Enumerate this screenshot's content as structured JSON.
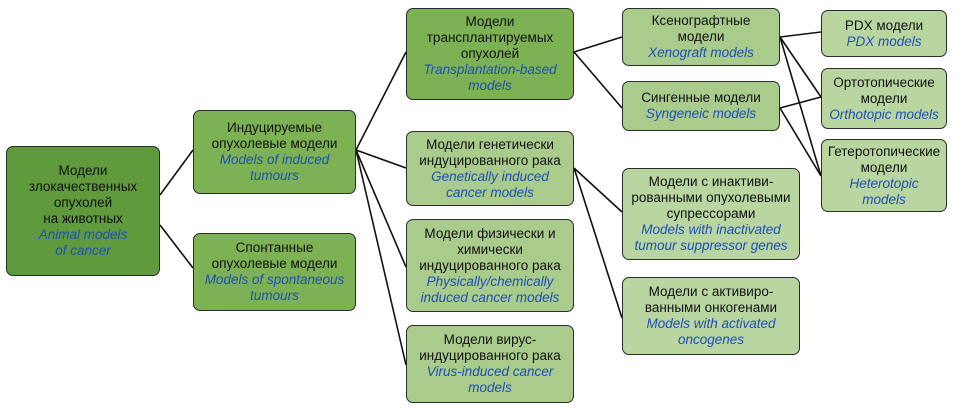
{
  "diagram": {
    "root": {
      "ru": [
        "Модели",
        "злокачественных",
        "опухолей",
        "на животных"
      ],
      "en": [
        "Animal models",
        "of cancer"
      ]
    },
    "induced": {
      "ru": [
        "Индуцируемые",
        "опухолевые модели"
      ],
      "en": [
        "Models of induced",
        "tumours"
      ]
    },
    "spontaneous": {
      "ru": [
        "Спонтанные",
        "опухолевые модели"
      ],
      "en": [
        "Models of spontaneous",
        "tumours"
      ]
    },
    "transplantation": {
      "ru": [
        "Модели",
        "трансплантируемых",
        "опухолей"
      ],
      "en": [
        "Transplantation-based",
        "models"
      ]
    },
    "genetic": {
      "ru": [
        "Модели генетически",
        "индуцированного рака"
      ],
      "en": [
        "Genetically induced",
        "cancer models"
      ]
    },
    "physchem": {
      "ru": [
        "Модели физически и",
        "химически",
        "индуцированного рака"
      ],
      "en": [
        "Physically/chemically",
        "induced cancer models"
      ]
    },
    "viral": {
      "ru": [
        "Модели вирус-",
        "индуцированного рака"
      ],
      "en": [
        "Virus-induced cancer",
        "models"
      ]
    },
    "xenograft": {
      "ru": [
        "Ксенографтные",
        "модели"
      ],
      "en": [
        "Xenograft models"
      ]
    },
    "syngeneic": {
      "ru": [
        "Сингенные модели"
      ],
      "en": [
        "Syngeneic models"
      ]
    },
    "suppressor": {
      "ru": [
        "Модели с инактиви-",
        "рованными опухолевыми",
        "супрессорами"
      ],
      "en": [
        "Models with inactivated",
        "tumour suppressor genes"
      ]
    },
    "oncogene": {
      "ru": [
        "Модели с активиро-",
        "ванными онкогенами"
      ],
      "en": [
        "Models with activated",
        "oncogenes"
      ]
    },
    "pdx": {
      "ru": [
        "PDX модели"
      ],
      "en": [
        "PDX models"
      ]
    },
    "orthotopic": {
      "ru": [
        "Ортотопические",
        "модели"
      ],
      "en": [
        "Orthotopic models"
      ]
    },
    "heterotopic": {
      "ru": [
        "Гетеротопические",
        "модели"
      ],
      "en": [
        "Heterotopic",
        "models"
      ]
    }
  }
}
